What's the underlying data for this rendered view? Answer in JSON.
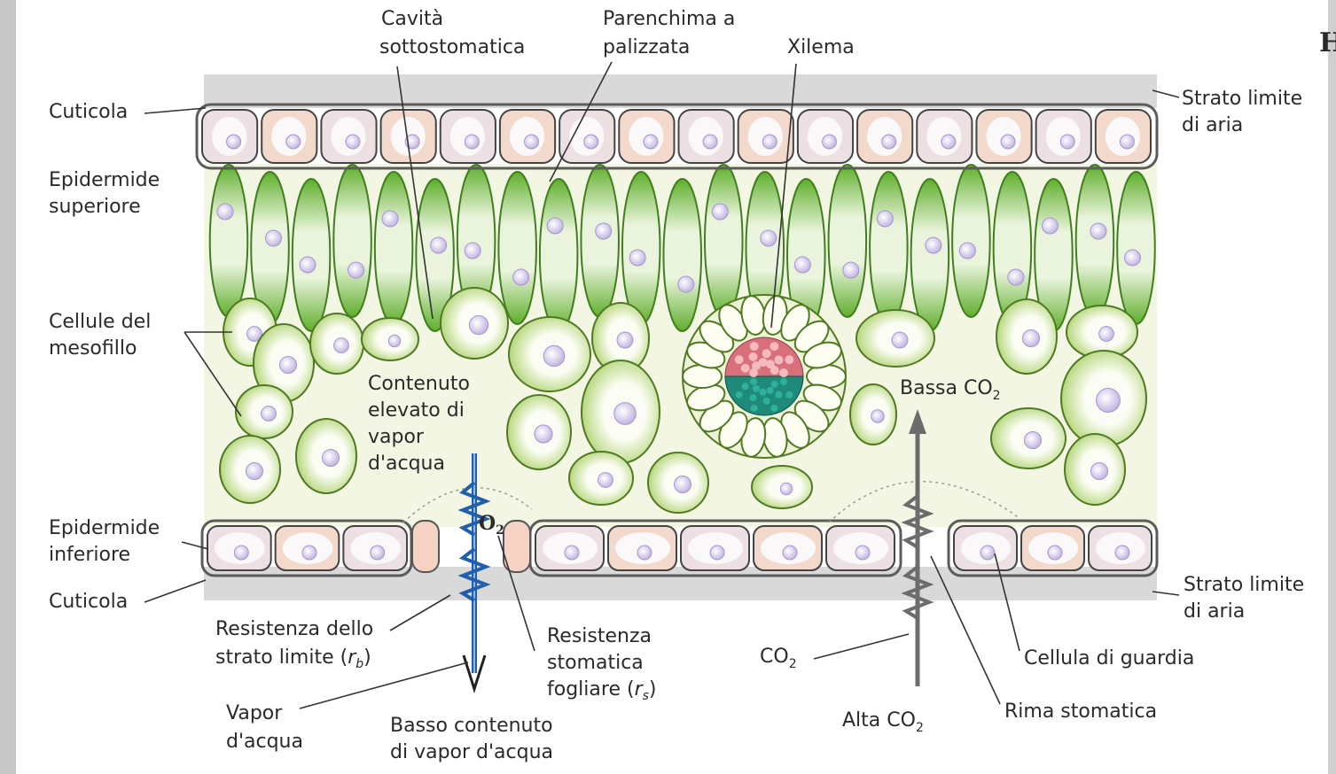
{
  "diagram": {
    "labels": {
      "cavita": [
        "Cavità",
        "sottostomatica"
      ],
      "parenchima": [
        "Parenchima a",
        "palizzata"
      ],
      "xilema": "Xilema",
      "cuticola_top": "Cuticola",
      "epidermide_sup": [
        "Epidermide",
        "superiore"
      ],
      "strato_top": [
        "Strato limite",
        "di aria"
      ],
      "cellule_mesofillo": [
        "Cellule del",
        "mesofillo"
      ],
      "contenuto_elevato": [
        "Contenuto",
        "elevato di",
        "vapor",
        "d'acqua"
      ],
      "bassa_co2": {
        "base": "Bassa CO",
        "sub": "2"
      },
      "epidermide_inf": [
        "Epidermide",
        "inferiore"
      ],
      "cuticola_bottom": "Cuticola",
      "strato_bottom": [
        "Strato limite",
        "di aria"
      ],
      "o2": {
        "base": "O",
        "sub": "2"
      },
      "res_strato": {
        "line1": "Resistenza dello",
        "line2": "strato limite (",
        "sym": "r",
        "sub": "b",
        "close": ")"
      },
      "res_stomatica": {
        "line1": "Resistenza",
        "line2": "stomatica",
        "line3": "fogliare (",
        "sym": "r",
        "sub": "s",
        "close": ")"
      },
      "co2_left": {
        "base": "CO",
        "sub": "2"
      },
      "cellula_guardia": "Cellula di guardia",
      "vapor": [
        "Vapor",
        "d'acqua"
      ],
      "basso_contenuto": [
        "Basso contenuto",
        "di vapor d'acqua"
      ],
      "alta_co2": {
        "base": "Alta CO",
        "sub": "2"
      },
      "rima": "Rima stomatica",
      "corner_mark": "H"
    },
    "colors": {
      "palisade": "#6fba3a",
      "mesophyll": "#b9d97a",
      "epidermis_fill": "#f3d9cc",
      "cuticle": "#5b5b5b",
      "arrow_blue": "#1f5fae",
      "nucleus": "#c9bde3",
      "phloem": "#1f8a7a",
      "xylem": "#d96f7a",
      "interior": "#f4f6e4"
    }
  }
}
